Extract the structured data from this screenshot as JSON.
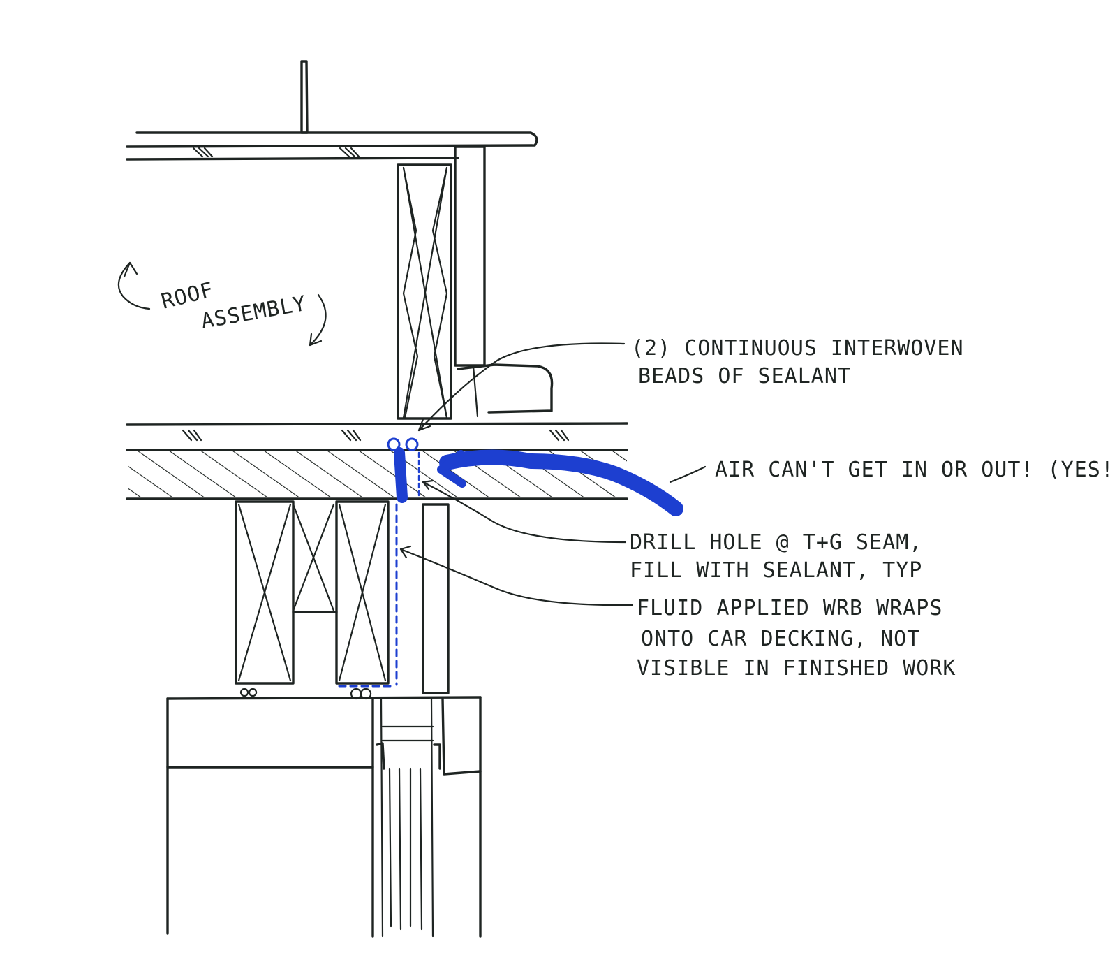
{
  "colors": {
    "ink": "#1e2422",
    "sealant_blue": "#1d3fd0",
    "paper": "#ffffff"
  },
  "labels": {
    "roof_line1": "ROOF",
    "roof_line2": "ASSEMBLY",
    "sealant_line1": "(2) CONTINUOUS INTERWOVEN",
    "sealant_line2": "BEADS OF SEALANT",
    "air_line": "AIR CAN'T GET IN OR OUT! (YES!)",
    "drill_line1": "DRILL HOLE @ T+G SEAM,",
    "drill_line2": "FILL WITH SEALANT, TYP",
    "wrb_line1": "FLUID APPLIED WRB WRAPS",
    "wrb_line2": "ONTO CAR DECKING, NOT",
    "wrb_line3": "VISIBLE IN FINISHED WORK"
  }
}
